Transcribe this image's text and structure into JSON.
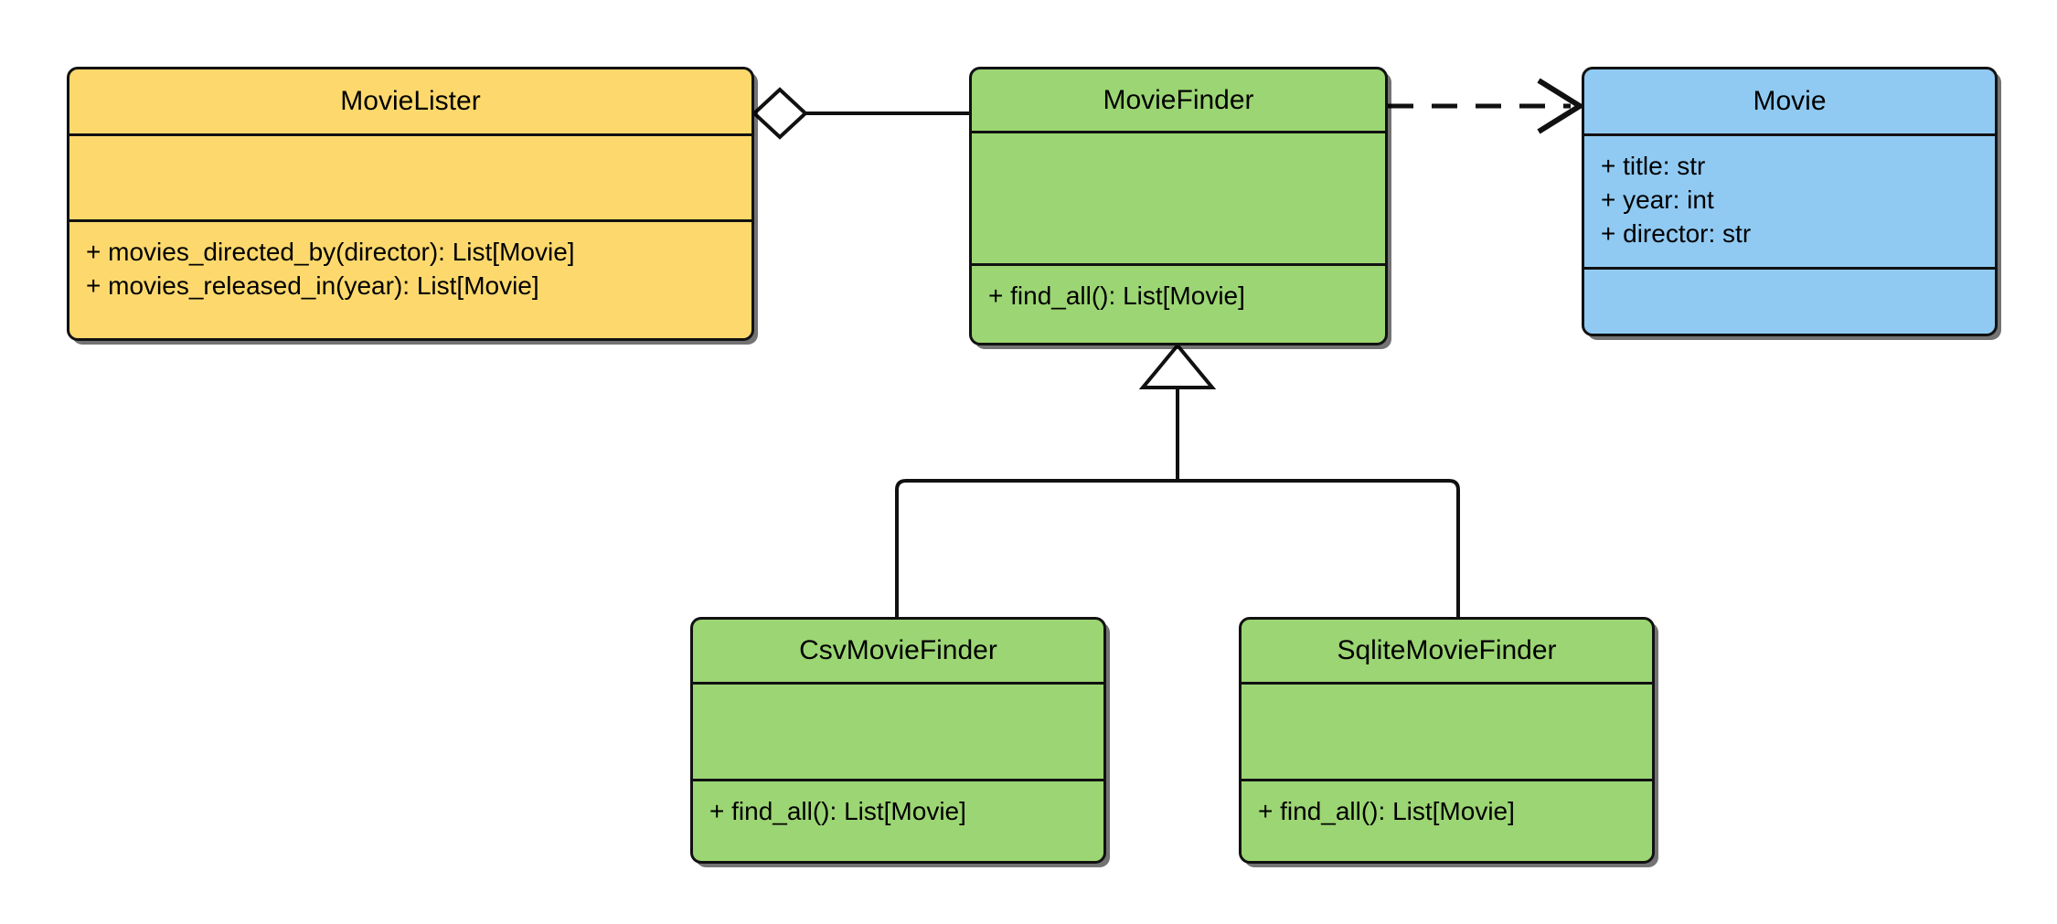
{
  "diagram": {
    "kind": "uml-class-diagram",
    "background": "#ffffff",
    "stroke": "#111111"
  },
  "classes": [
    {
      "id": "movie-lister",
      "name": "MovieLister",
      "fill": "#fdd96d",
      "attributes": [],
      "methods": [
        "+ movies_directed_by(director): List[Movie]",
        "+ movies_released_in(year): List[Movie]"
      ]
    },
    {
      "id": "movie-finder",
      "name": "MovieFinder",
      "fill": "#9cd573",
      "attributes": [],
      "methods": [
        "+ find_all(): List[Movie]"
      ]
    },
    {
      "id": "movie",
      "name": "Movie",
      "fill": "#90caf2",
      "attributes": [
        "+ title: str",
        "+ year: int",
        "+ director: str"
      ],
      "methods": []
    },
    {
      "id": "csv-movie-finder",
      "name": "CsvMovieFinder",
      "fill": "#9cd573",
      "attributes": [],
      "methods": [
        "+ find_all(): List[Movie]"
      ]
    },
    {
      "id": "sqlite-movie-finder",
      "name": "SqliteMovieFinder",
      "fill": "#9cd573",
      "attributes": [],
      "methods": [
        "+ find_all(): List[Movie]"
      ]
    }
  ],
  "relationships": [
    {
      "id": "aggregation-lister-finder",
      "type": "aggregation",
      "source": "MovieLister",
      "target": "MovieFinder",
      "marker": "hollow-diamond",
      "line": "solid"
    },
    {
      "id": "dependency-finder-movie",
      "type": "dependency",
      "source": "MovieFinder",
      "target": "Movie",
      "marker": "open-arrow",
      "line": "dashed"
    },
    {
      "id": "generalization-csv-finder",
      "type": "generalization",
      "source": "CsvMovieFinder",
      "target": "MovieFinder",
      "marker": "hollow-triangle",
      "line": "solid"
    },
    {
      "id": "generalization-sqlite-finder",
      "type": "generalization",
      "source": "SqliteMovieFinder",
      "target": "MovieFinder",
      "marker": "hollow-triangle",
      "line": "solid"
    }
  ]
}
